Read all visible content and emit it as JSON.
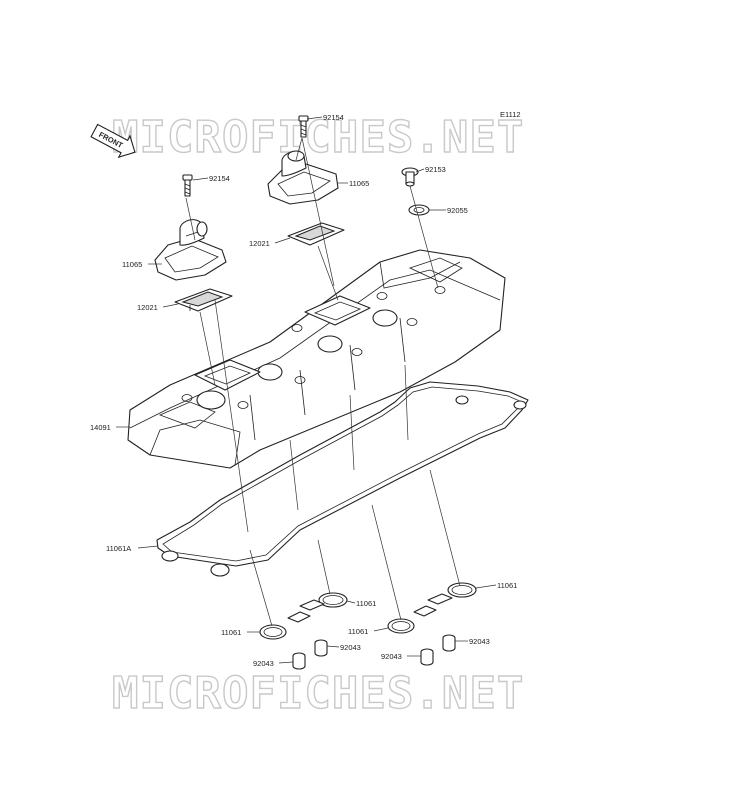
{
  "diagram_id": "E1112",
  "watermark": "MICROFICHES.NET",
  "front_label": "FRONT",
  "parts": {
    "p92154_a": "92154",
    "p92154_b": "92154",
    "p11065_a": "11065",
    "p11065_b": "11065",
    "p92153": "92153",
    "p92055": "92055",
    "p12021_a": "12021",
    "p12021_b": "12021",
    "p14091": "14091",
    "p11061A": "11061A",
    "p11061_a": "11061",
    "p11061_b": "11061",
    "p11061_c": "11061",
    "p11061_d": "11061",
    "p92043_a": "92043",
    "p92043_b": "92043",
    "p92043_c": "92043",
    "p92043_d": "92043"
  }
}
